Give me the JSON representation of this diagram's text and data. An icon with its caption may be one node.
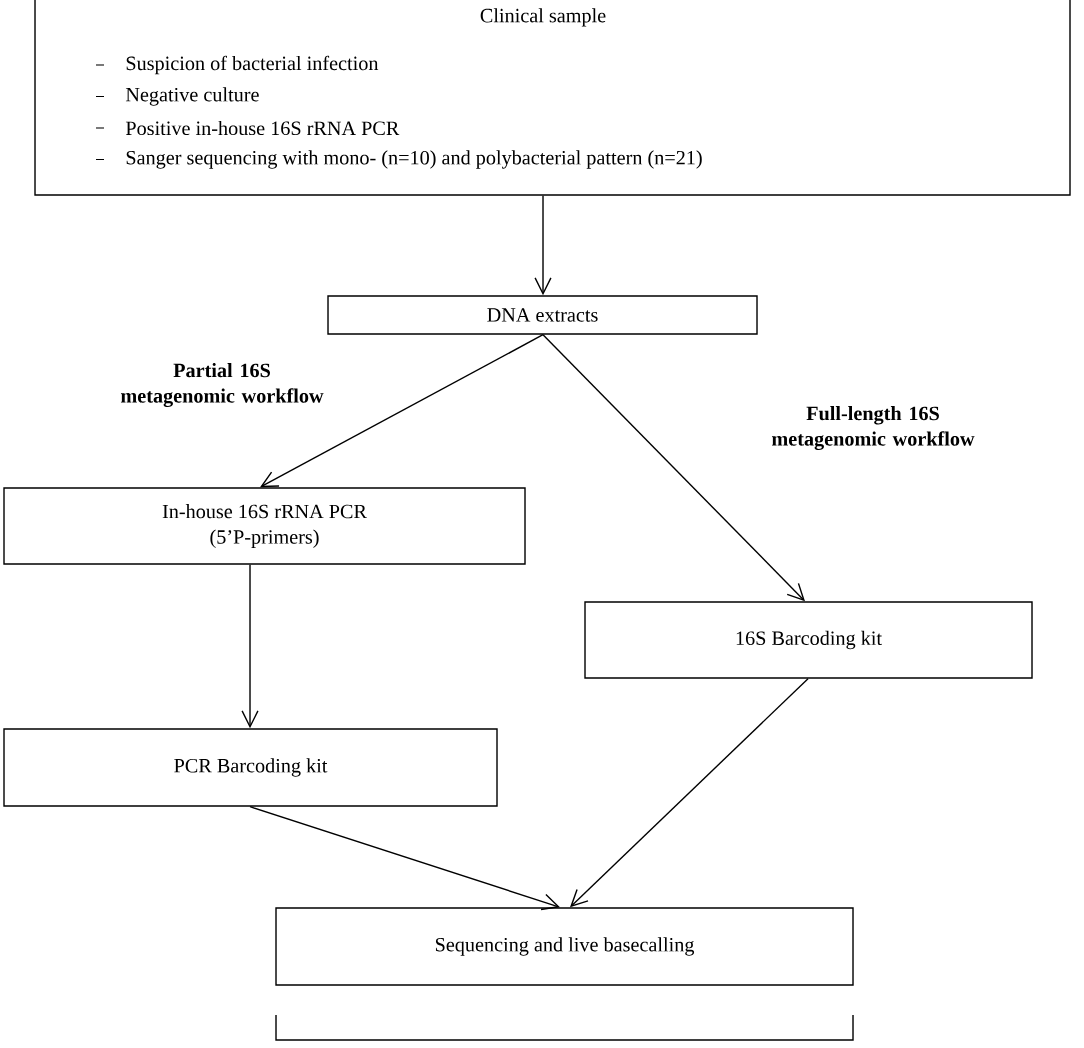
{
  "diagram": {
    "nodes": [
      {
        "text": [
          "Clinical sample",
          "Suspicion of bacterial infection",
          "Negative culture",
          "Positive in-house 16S rRNA PCR",
          "Sanger sequencing with mono- (n=10) and polybacterial pattern (n=21)"
        ]
      },
      {
        "text": [
          "DNA extracts"
        ]
      },
      {
        "text": [
          "In-house 16S rRNA PCR",
          "(5’P-primers)"
        ]
      },
      {
        "text": [
          "16S Barcoding kit"
        ]
      },
      {
        "text": [
          "PCR Barcoding kit"
        ]
      },
      {
        "text": [
          "Sequencing and live basecalling"
        ]
      },
      {
        "text": [],
        "shape": "box"
      }
    ],
    "edges": [
      {
        "from": 0,
        "to": 1,
        "arrow": "to"
      },
      {
        "from": 1,
        "to": 2,
        "arrow": "to"
      },
      {
        "from": 1,
        "to": 3,
        "arrow": "to"
      },
      {
        "from": 2,
        "to": 4,
        "arrow": "to"
      },
      {
        "from": 4,
        "to": 5,
        "arrow": "to"
      },
      {
        "from": 3,
        "to": 5,
        "arrow": "to"
      }
    ],
    "labels": [
      "Partial 16S metagenomic workflow",
      "Full-length 16S metagenomic workflow"
    ]
  }
}
